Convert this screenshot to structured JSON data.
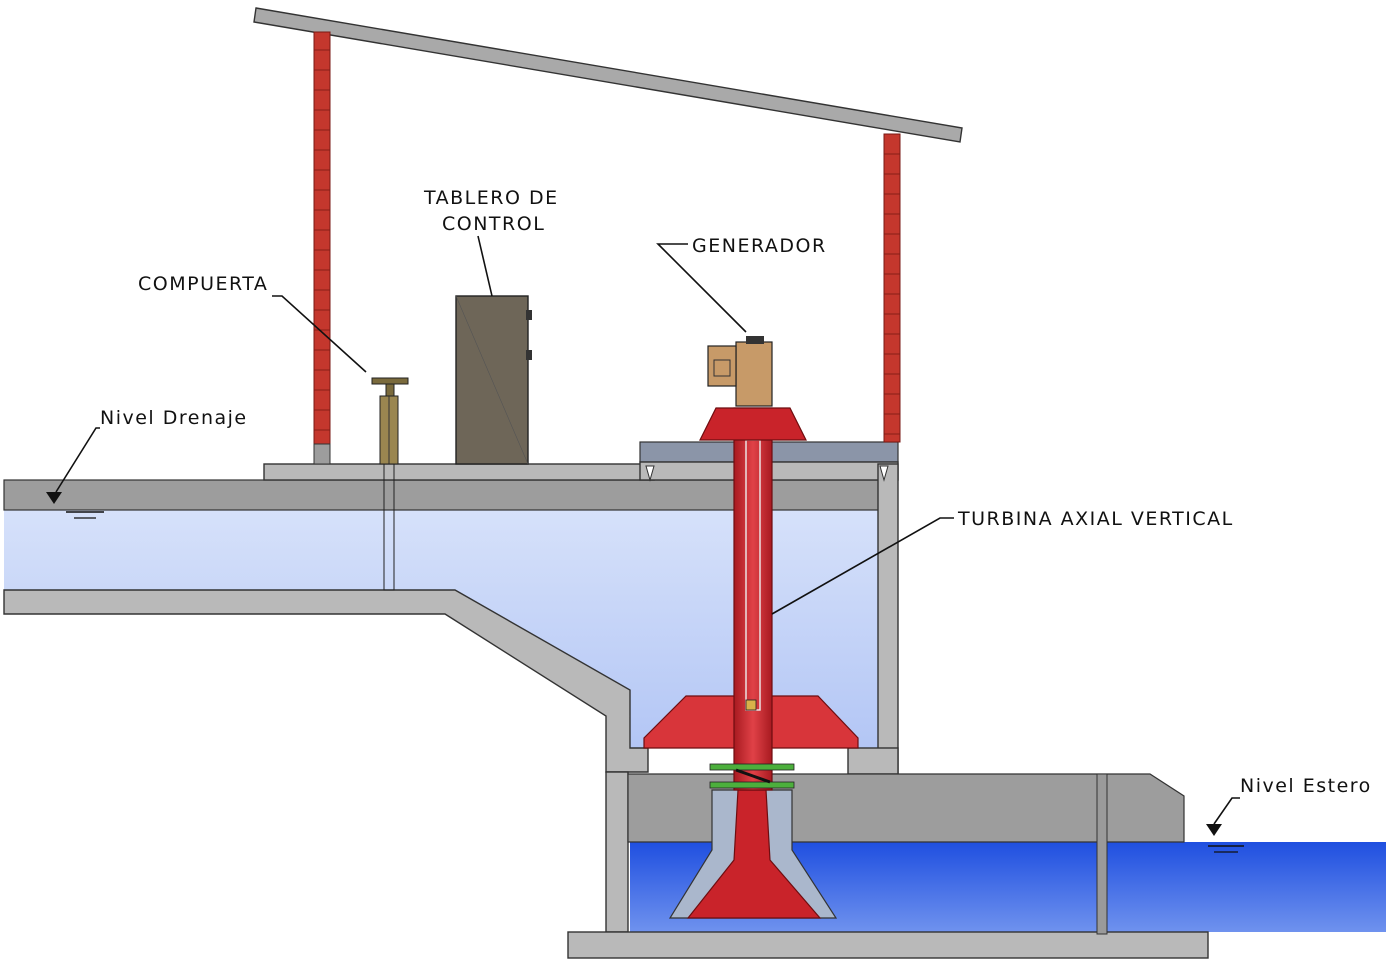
{
  "labels": {
    "tablero_line1": "TABLERO DE",
    "tablero_line2": "CONTROL",
    "generador": "GENERADOR",
    "compuerta": "COMPUERTA",
    "nivel_drenaje": "Nivel Drenaje",
    "turbina": "TURBINA AXIAL VERTICAL",
    "nivel_estero": "Nivel Estero"
  },
  "colors": {
    "water_upper": "#c7d6f7",
    "water_lower": "#3a63e0",
    "turbine_red": "#c9232a",
    "brick": "#c4372d",
    "concrete": "#b9b9b9",
    "panel": "#6e6658",
    "generator": "#c79a68"
  }
}
